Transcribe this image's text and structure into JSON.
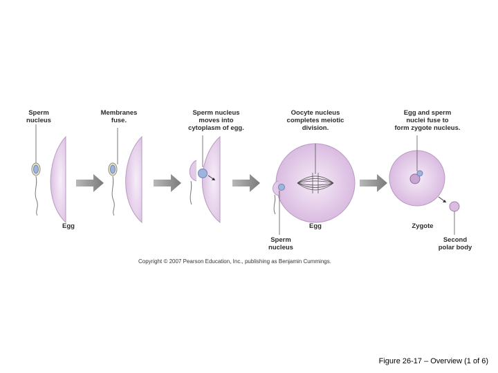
{
  "labels": {
    "step1_top": "Sperm\nnucleus",
    "step2_top": "Membranes\nfuse.",
    "step3_top": "Sperm nucleus\nmoves into\ncytoplasm of egg.",
    "step4_top": "Oocyte nucleus\ncompletes meiotic\ndivision.",
    "step5_top": "Egg and sperm\nnuclei fuse to\nform zygote nucleus.",
    "egg_1": "Egg",
    "egg_4": "Egg",
    "sperm_nucleus_bottom": "Sperm\nnucleus",
    "zygote": "Zygote",
    "second_polar_body": "Second\npolar body"
  },
  "copyright": "Copyright © 2007 Pearson Education, Inc., publishing as Benjamin Cummings.",
  "caption": "Figure 26-17 – Overview (1 of 6)",
  "colors": {
    "egg_fill": "#e3cbe8",
    "egg_stroke": "#b79ac0",
    "nucleus_fill": "#9fb4dd",
    "arrow": "#8a8a8a"
  }
}
